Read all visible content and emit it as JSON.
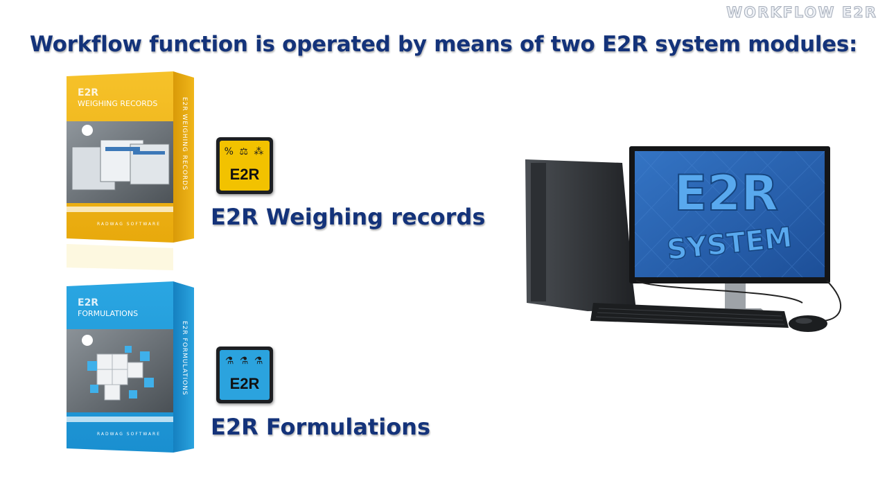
{
  "watermark": "WORKFLOW E2R",
  "headline": "Workflow function is operated by means of two E2R system modules:",
  "modules": [
    {
      "label": "E2R Weighing records",
      "icon": {
        "name": "weighing-module-icon",
        "glyphs": "% ⚖ ⁂",
        "code": "E2R",
        "color": "#f2c200"
      },
      "box": {
        "brand": "E2R",
        "title": "WEIGHING RECORDS",
        "side_text": "E2R WEIGHING RECORDS",
        "footer": "RADWAG SOFTWARE",
        "color": "#f2b312"
      }
    },
    {
      "label": "E2R Formulations",
      "icon": {
        "name": "formulations-module-icon",
        "glyphs": "⚗ ⚗ ⚗",
        "code": "E2R",
        "color": "#2ba3de"
      },
      "box": {
        "brand": "E2R",
        "title": "FORMULATIONS",
        "side_text": "E2R FORMULATIONS",
        "footer": "RADWAG SOFTWARE",
        "color": "#1d97d8"
      }
    }
  ],
  "computer": {
    "screen_line1": "E2R",
    "screen_line2": "SYSTEM"
  }
}
